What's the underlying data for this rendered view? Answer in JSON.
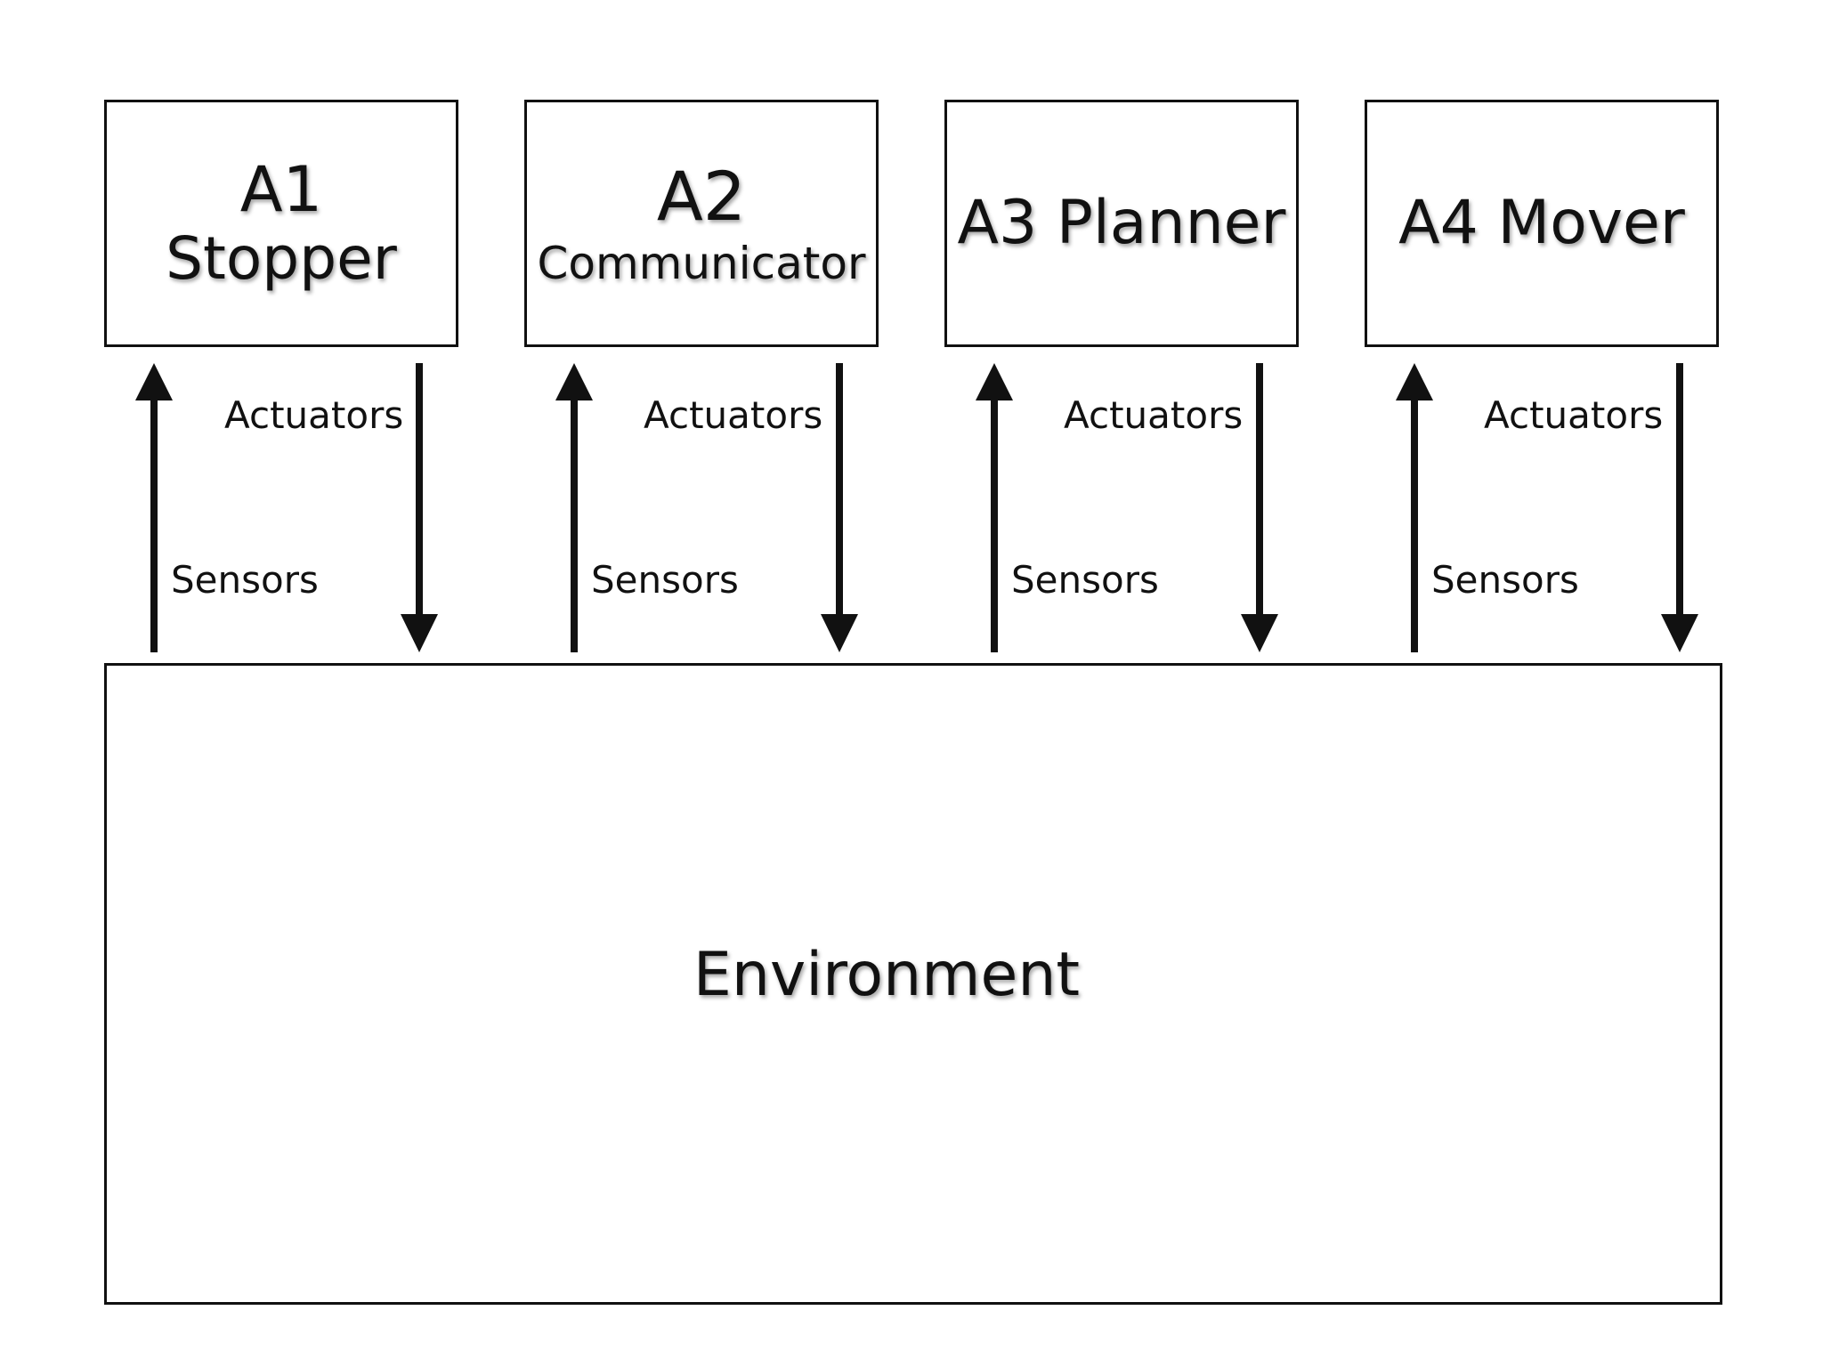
{
  "agents": [
    {
      "line1": "A1",
      "line2": "Stopper"
    },
    {
      "line1": "A2",
      "line2": "Communicator"
    },
    {
      "line1": "A3 Planner",
      "line2": ""
    },
    {
      "line1": "A4 Mover",
      "line2": ""
    }
  ],
  "environment": {
    "label": "Environment"
  },
  "links": {
    "sensors_label": "Sensors",
    "actuators_label": "Actuators"
  },
  "colors": {
    "line": "#111111",
    "background": "#ffffff"
  }
}
